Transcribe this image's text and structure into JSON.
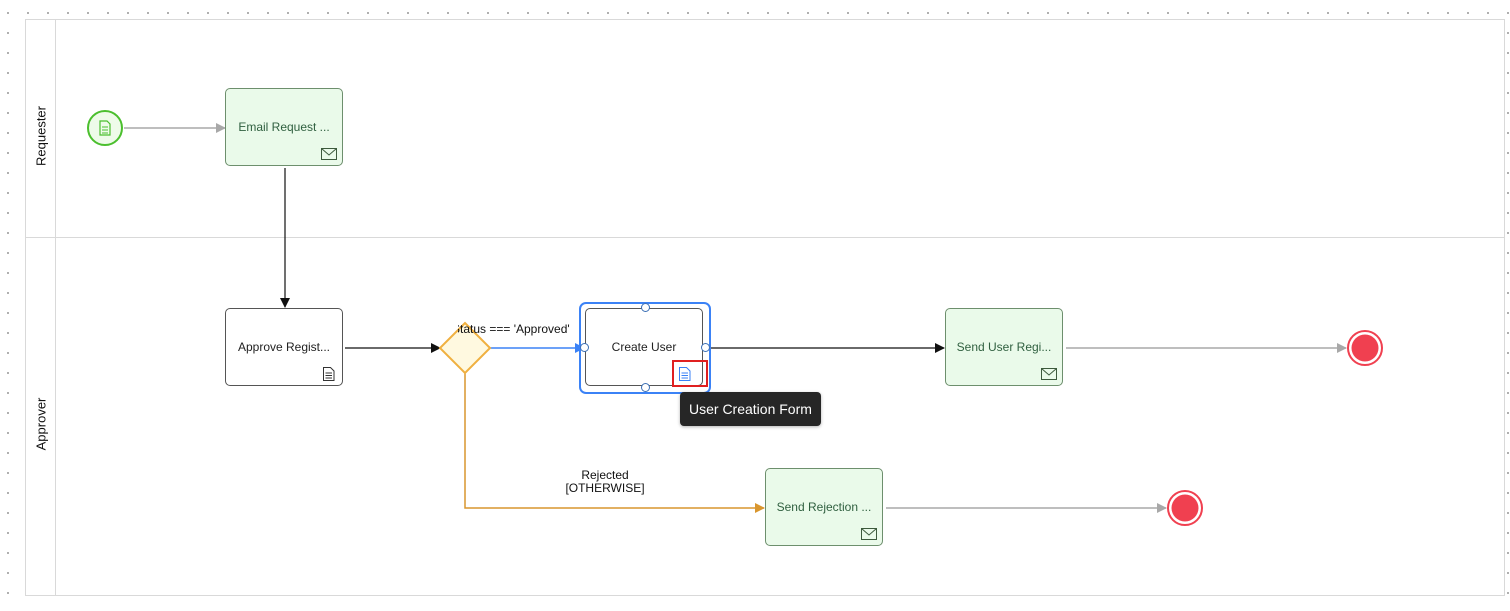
{
  "lanes": [
    {
      "id": "requester",
      "label": "Requester"
    },
    {
      "id": "approver",
      "label": "Approver"
    }
  ],
  "tasks": {
    "email_request": {
      "label": "Email Request ...",
      "type": "send",
      "icon": "envelope-icon"
    },
    "approve_registration": {
      "label": "Approve Regist...",
      "type": "user-task",
      "icon": "document-icon"
    },
    "create_user": {
      "label": "Create User",
      "type": "user-task",
      "icon": "document-icon",
      "selected": true
    },
    "send_user_registration": {
      "label": "Send User Regi...",
      "type": "send",
      "icon": "envelope-icon"
    },
    "send_rejection": {
      "label": "Send Rejection ...",
      "type": "send",
      "icon": "envelope-icon"
    }
  },
  "flows": {
    "approved_label": "Status === 'Approved'",
    "rejected_label_line1": "Rejected",
    "rejected_label_line2": "[OTHERWISE]"
  },
  "tooltip": {
    "text": "User Creation Form"
  },
  "colors": {
    "start_event": "#4bbf2e",
    "end_event": "#f04050",
    "gateway": "#f0b040",
    "gateway_fill": "#fff9e0",
    "send_task_fill": "#eafaea",
    "selection": "#3b82f6",
    "rejected_flow": "#d9962e",
    "approved_flow": "#3b82f6"
  }
}
